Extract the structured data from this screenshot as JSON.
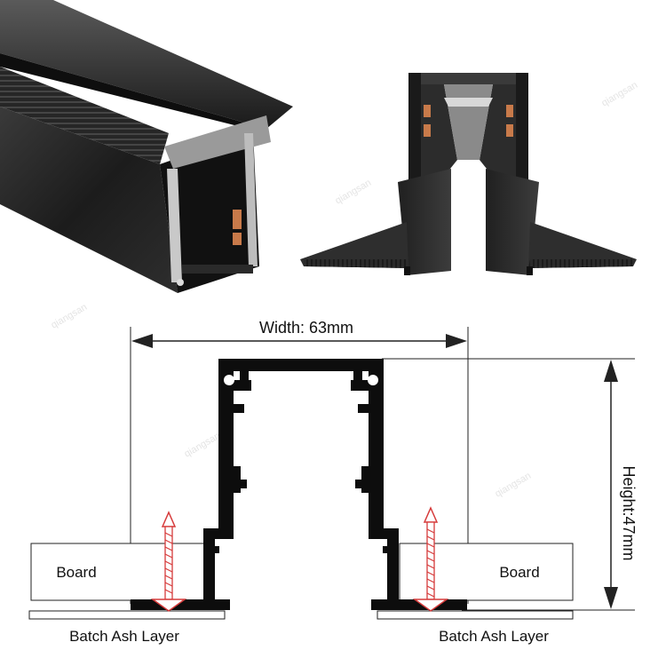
{
  "dimensions": {
    "width_label": "Width: 63mm",
    "height_label": "Height:47mm"
  },
  "labels": {
    "board_left": "Board",
    "board_right": "Board",
    "ash_left": "Batch Ash Layer",
    "ash_right": "Batch Ash Layer"
  },
  "watermark": {
    "text": "qiangsan"
  },
  "colors": {
    "profile": "#0d0d0d",
    "aluminum": "#2a2a2a",
    "screw": "#d63b3b",
    "line": "#222222"
  }
}
